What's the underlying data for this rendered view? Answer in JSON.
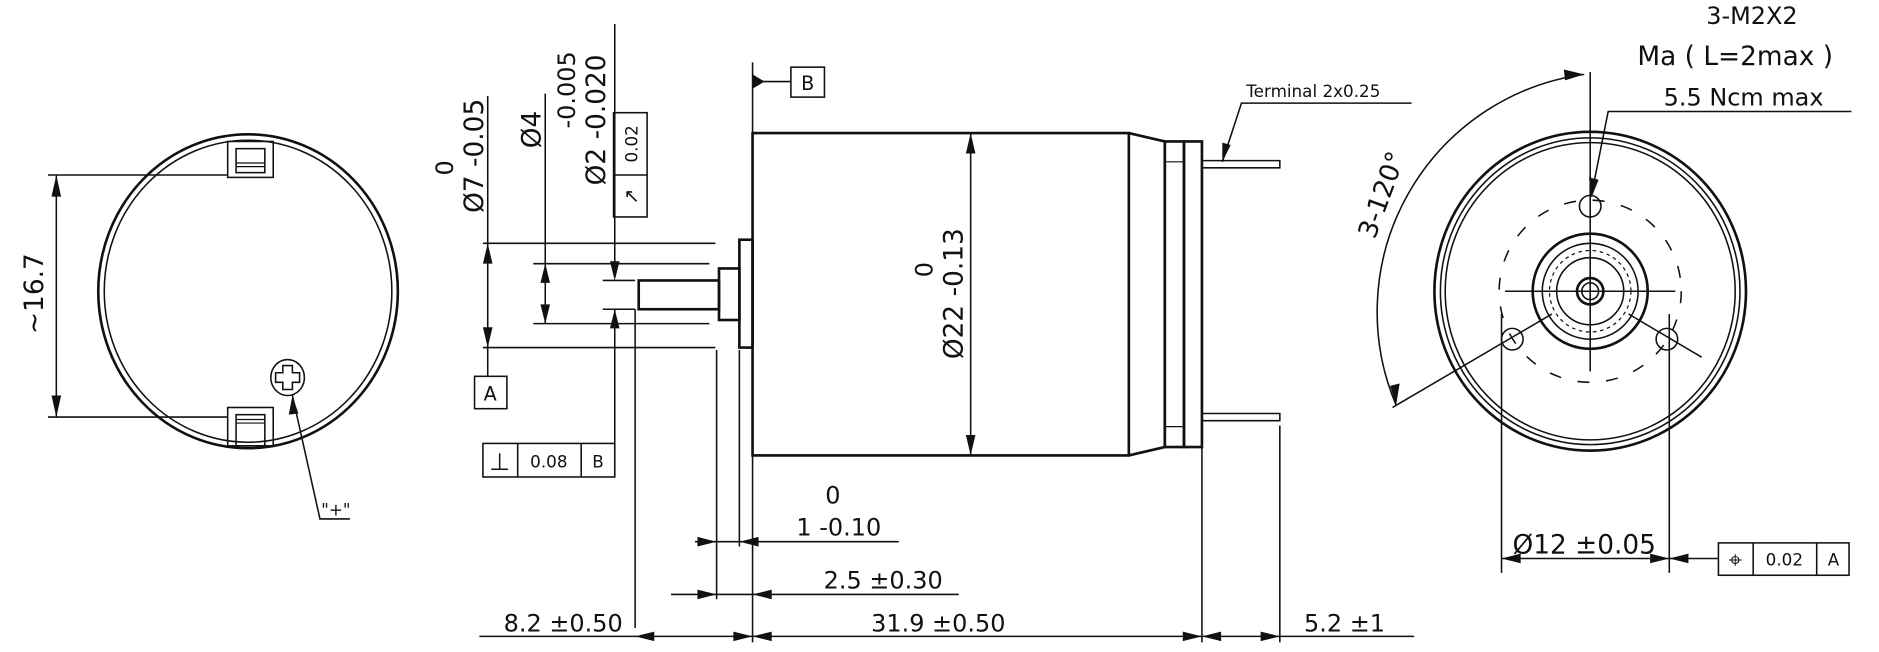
{
  "left_view": {
    "dim_height": "~16.7",
    "screw_label": "\"+\""
  },
  "side_view": {
    "datum_b": "B",
    "datum_a": "A",
    "d7_upper": "0",
    "d7_value": "Ø7 -0.05",
    "d4_value": "Ø4",
    "d2_upper": "-0.005",
    "d2_value": "Ø2 -0.020",
    "runout_symbol": "↗",
    "runout_value": "0.02",
    "perp_symbol": "⊥",
    "perp_value": "0.08",
    "perp_datum": "B",
    "d22_upper": "0",
    "d22_value": "Ø22 -0.13",
    "terminal_label": "Terminal 2x0.25",
    "dim_1_upper": "0",
    "dim_1_value": "1 -0.10",
    "dim_2_5": "2.5 ±0.30",
    "dim_8_2": "8.2 ±0.50",
    "dim_31_9": "31.9 ±0.50",
    "dim_5_2": "5.2 ±1"
  },
  "front_view": {
    "thread_spec": "3-M2X2",
    "thread_length": "Ma ( L=2max )",
    "torque": "5.5 Ncm max",
    "angle": "3-120°",
    "pcd_value": "Ø12 ±0.05",
    "position_symbol": "⌖",
    "position_value": "0.02",
    "position_datum": "A"
  }
}
